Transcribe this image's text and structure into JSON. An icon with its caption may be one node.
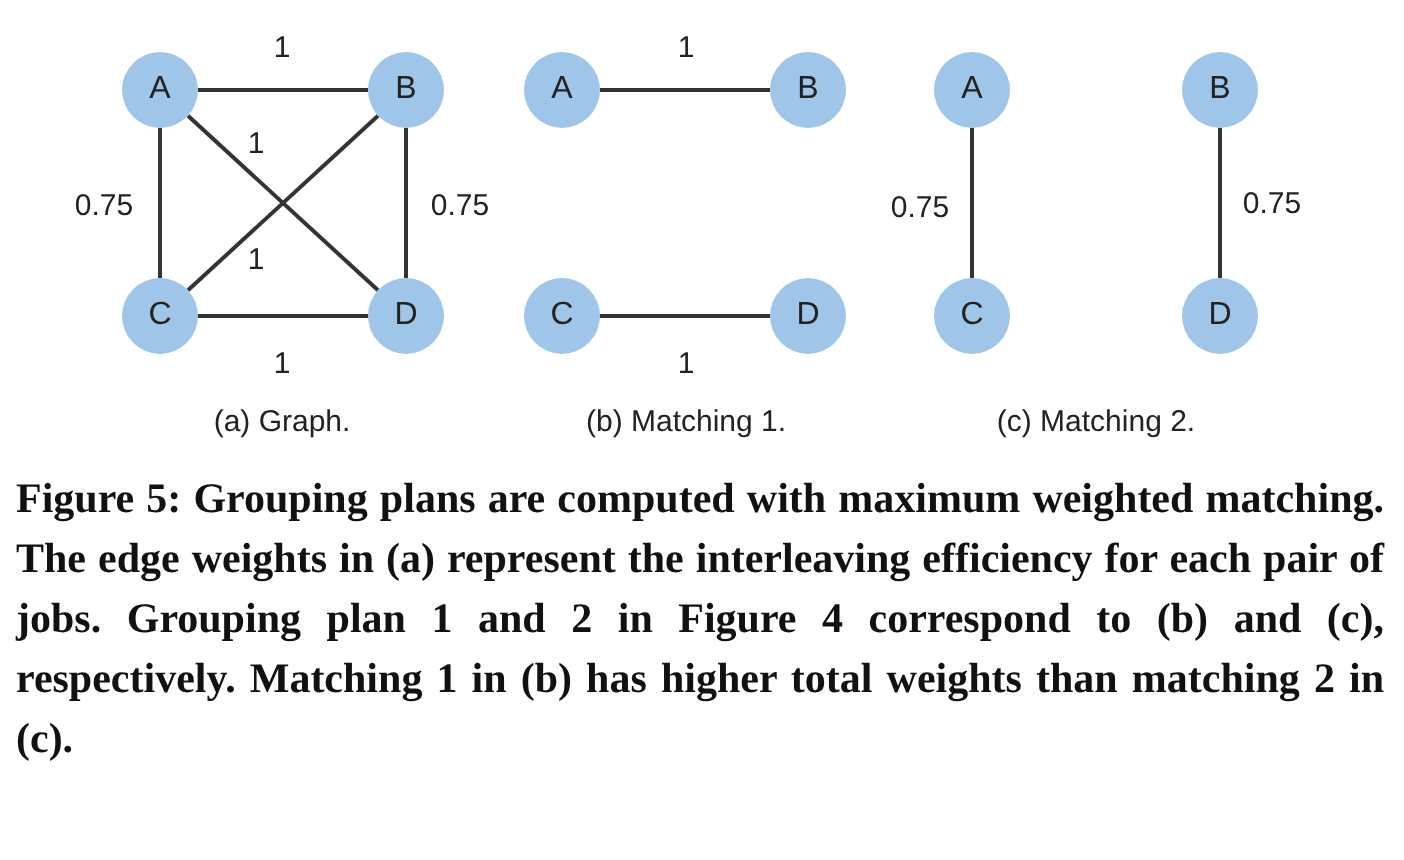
{
  "diagram": {
    "caption": "Figure 5: Grouping plans are computed with maximum weighted matching. The edge weights in (a) represent the interleaving efficiency for each pair of jobs. Grouping plan 1 and 2 in Figure 4 correspond to (b) and (c), respectively. Matching 1 in (b) has higher total weights than matching 2 in (c).",
    "nodes": [
      {
        "text": [
          "A"
        ]
      },
      {
        "text": [
          "B"
        ]
      },
      {
        "text": [
          "C"
        ]
      },
      {
        "text": [
          "D"
        ]
      },
      {
        "text": [
          "A"
        ]
      },
      {
        "text": [
          "B"
        ]
      },
      {
        "text": [
          "C"
        ]
      },
      {
        "text": [
          "D"
        ]
      },
      {
        "text": [
          "A"
        ]
      },
      {
        "text": [
          "B"
        ]
      },
      {
        "text": [
          "C"
        ]
      },
      {
        "text": [
          "D"
        ]
      }
    ],
    "edges": [
      {
        "from": 0,
        "to": 1,
        "arrow": "none",
        "label": "1"
      },
      {
        "from": 0,
        "to": 3,
        "arrow": "none",
        "label": "1"
      },
      {
        "from": 0,
        "to": 2,
        "arrow": "none",
        "label": "0.75"
      },
      {
        "from": 1,
        "to": 3,
        "arrow": "none",
        "label": "0.75"
      },
      {
        "from": 1,
        "to": 2,
        "arrow": "none",
        "label": "1"
      },
      {
        "from": 2,
        "to": 3,
        "arrow": "none",
        "label": "1"
      },
      {
        "from": 4,
        "to": 5,
        "arrow": "none",
        "label": "1"
      },
      {
        "from": 6,
        "to": 7,
        "arrow": "none",
        "label": "1"
      },
      {
        "from": 8,
        "to": 10,
        "arrow": "none",
        "label": "0.75"
      },
      {
        "from": 9,
        "to": 11,
        "arrow": "none",
        "label": "0.75"
      }
    ],
    "labels": [
      "(a) Graph.",
      "(b) Matching 1.",
      "(c) Matching 2."
    ]
  }
}
